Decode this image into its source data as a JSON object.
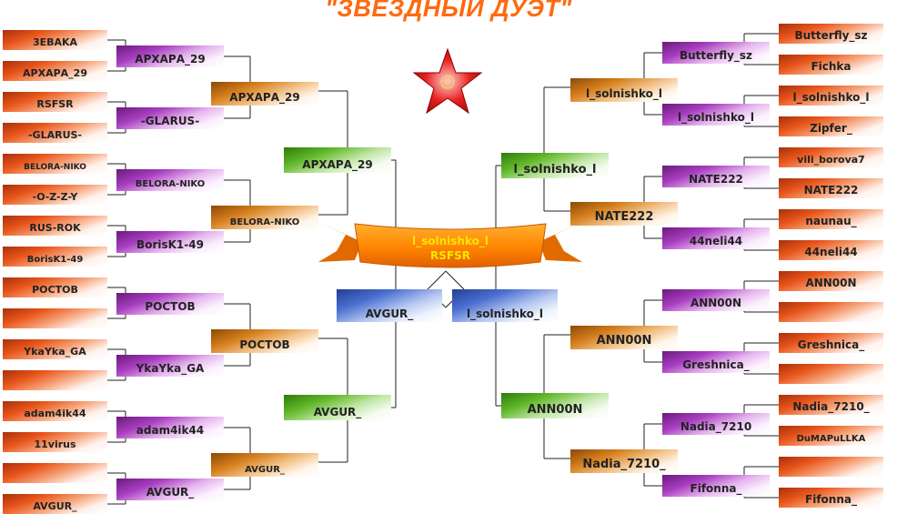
{
  "title": "\"ЗВЁЗДНЫЙ ДУЭТ\"",
  "champion": {
    "line1": "l_solnishko_l",
    "line2": "RSFSR"
  },
  "icons": {
    "star": "red-star-icon"
  },
  "colors": {
    "title": "#ff6a10",
    "ribbon": "#ff8c00",
    "ribbon_text": "#ffe400",
    "star": "#e01818"
  },
  "left": {
    "r1": [
      "3EBAKA",
      "АРХАРА_29",
      "RSFSR",
      "-GLARUS-",
      "BELORA-NIKO",
      "-O-Z-Z-Y",
      "RUS-ROK",
      "BorisK1-49",
      "РОСТОВ",
      "",
      "YkaYka_GA",
      "",
      "adam4ik44",
      "11virus",
      "",
      "AVGUR_"
    ],
    "r2": [
      "АРХАРА_29",
      "-GLARUS-",
      "BELORA-NIKO",
      "BorisK1-49",
      "РОСТОВ",
      "YkaYka_GA",
      "adam4ik44",
      "AVGUR_"
    ],
    "r3": [
      "АРХАРА_29",
      "BELORA-NIKO",
      "РОСТОВ",
      "AVGUR_"
    ],
    "r4": [
      "АРХАРА_29",
      "AVGUR_"
    ],
    "final": "AVGUR_"
  },
  "right": {
    "r1": [
      "Butterfly_sz",
      "Fichka",
      "l_solnishko_l",
      "Zipfer_",
      "vili_borova7",
      "NATE222",
      "naunau_",
      "44neli44",
      "ANN00N",
      "",
      "Greshnica_",
      "",
      "Nadia_7210_",
      "DuMAPuLLKA",
      "",
      "Fifonna_"
    ],
    "r2": [
      "Butterfly_sz",
      "l_solnishko_l",
      "NATE222",
      "44neli44",
      "ANN00N",
      "Greshnica_",
      "Nadia_7210",
      "Fifonna_"
    ],
    "r3": [
      "l_solnishko_l",
      "NATE222",
      "ANN00N",
      "Nadia_7210_"
    ],
    "r4": [
      "l_solnishko_l",
      "ANN00N"
    ],
    "final": "l_solnishko_l"
  }
}
